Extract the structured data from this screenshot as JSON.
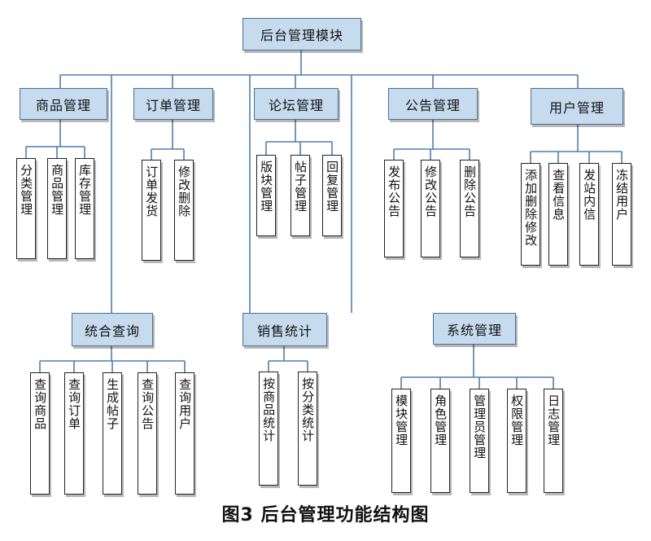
{
  "root": "后台管理模块",
  "modules": [
    {
      "label": "商品管理",
      "children": [
        "分类管理",
        "商品管理",
        "库存管理"
      ]
    },
    {
      "label": "订单管理",
      "children": [
        "订单发货",
        "修改删除"
      ]
    },
    {
      "label": "论坛管理",
      "children": [
        "版块管理",
        "帖子管理",
        "回复管理"
      ]
    },
    {
      "label": "公告管理",
      "children": [
        "发布公告",
        "修改公告",
        "删除公告"
      ]
    },
    {
      "label": "用户管理",
      "children": [
        "添加删除修改",
        "查看信息",
        "发站内信",
        "冻结用户"
      ]
    },
    {
      "label": "统合查询",
      "children": [
        "查询商品",
        "查询订单",
        "生成帖子",
        "查询公告",
        "查询用户"
      ]
    },
    {
      "label": "销售统计",
      "children": [
        "按商品统计",
        "按分类统计"
      ]
    },
    {
      "label": "系统管理",
      "children": [
        "模块管理",
        "角色管理",
        "管理员管理",
        "权限管理",
        "日志管理"
      ]
    }
  ],
  "caption": "图3   后台管理功能结构图",
  "colors": {
    "node_fill": "#c7dbef",
    "node_border": "#4a6f94",
    "connector": "#4f7fae"
  }
}
